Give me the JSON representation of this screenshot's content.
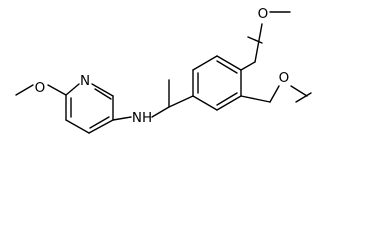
{
  "structure": {
    "name": "",
    "atom_labels": {
      "pyridine_nitrogen": "N",
      "amine_nh": "NH",
      "methoxy_oxygen_pyridine": "O",
      "methoxy_oxygen_3": "O",
      "methoxy_oxygen_4": "O"
    },
    "colors": {
      "ink": "#000000",
      "background": "#ffffff"
    }
  }
}
